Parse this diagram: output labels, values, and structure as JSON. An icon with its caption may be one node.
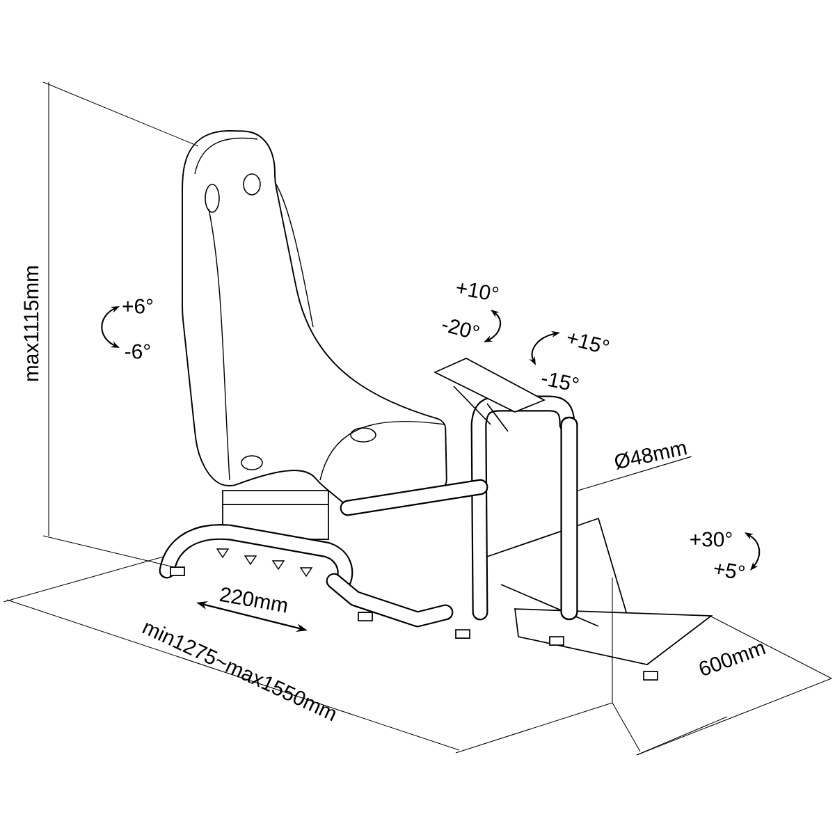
{
  "diagram": {
    "nodes": [
      {
        "text": [
          "Ø48mm"
        ]
      },
      {
        "text": [],
        "shape": "bar"
      }
    ],
    "edges": [
      {
        "from": 0,
        "to": 1,
        "arrow": "none"
      }
    ],
    "labels": [
      "max1115mm",
      "+6°",
      "-6°",
      "+10°",
      "-20°",
      "+15°",
      "-15°",
      "+30°",
      "+5°",
      "220mm",
      "min1275~max1550mm",
      "600mm"
    ]
  }
}
